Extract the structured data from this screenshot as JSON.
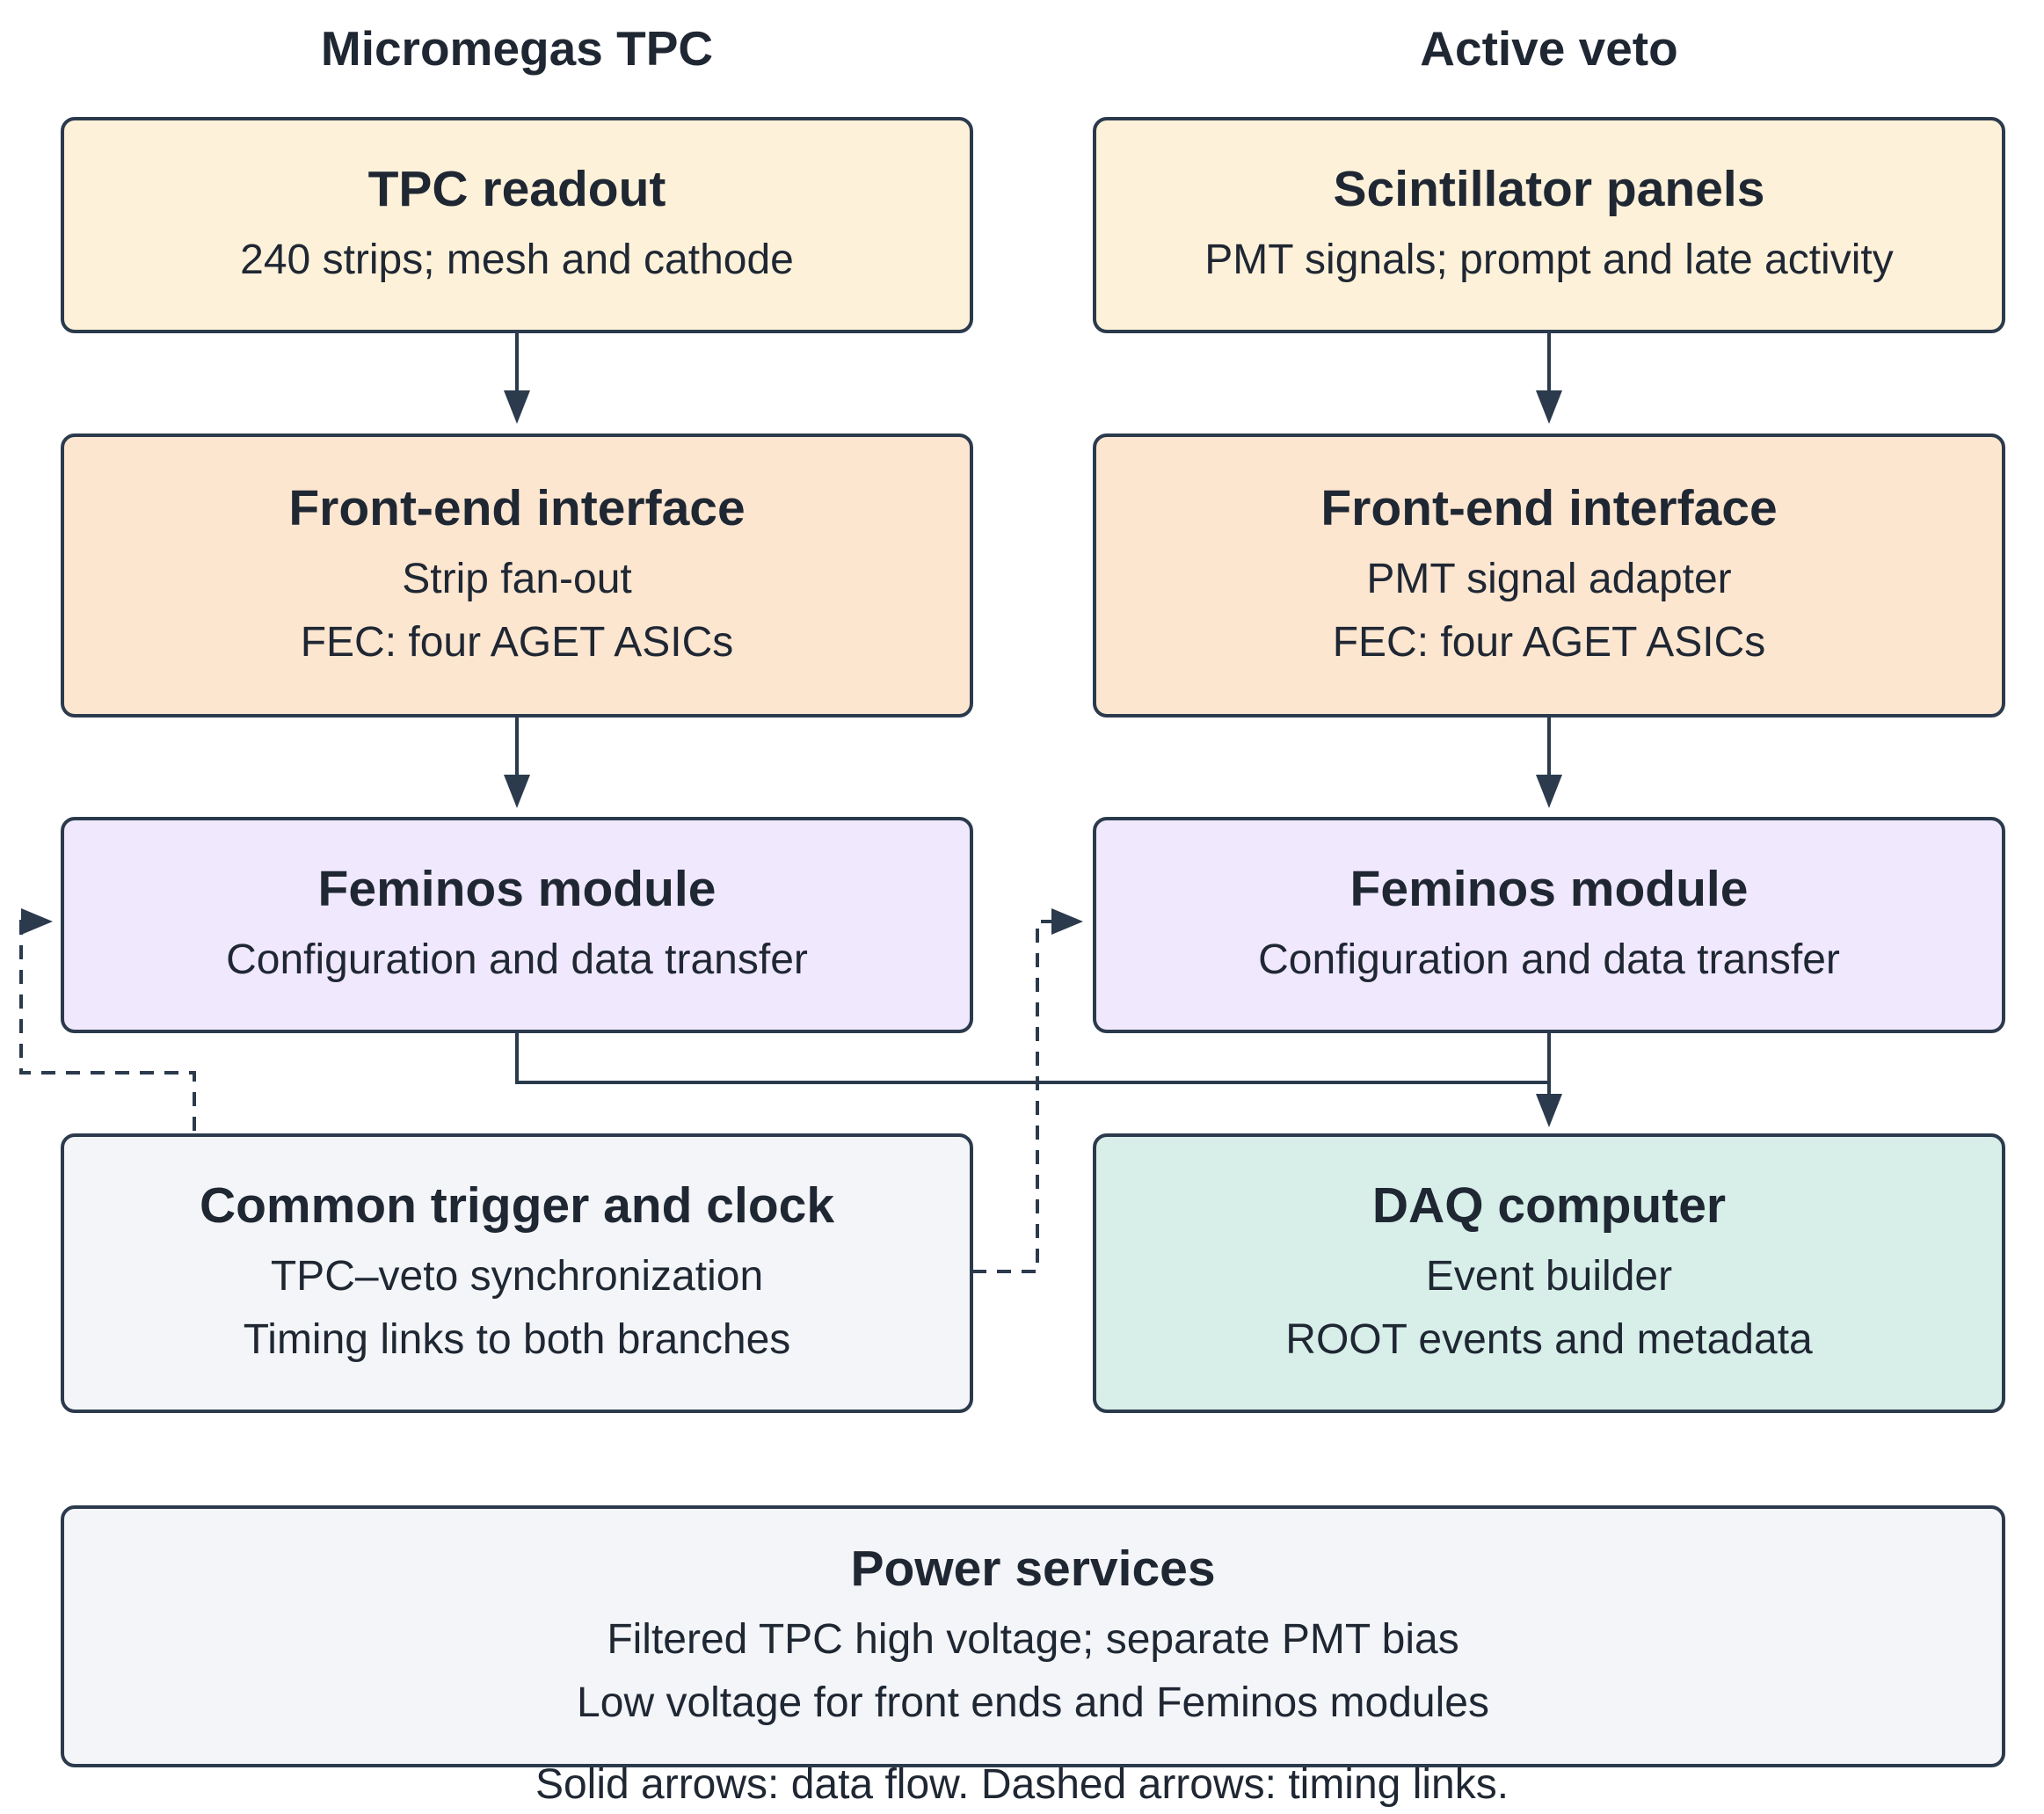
{
  "columns": {
    "left_heading": "Micromegas TPC",
    "right_heading": "Active veto"
  },
  "boxes": {
    "tpc_readout": {
      "title": "TPC readout",
      "lines": [
        "240 strips; mesh and cathode"
      ]
    },
    "scintillator_panels": {
      "title": "Scintillator panels",
      "lines": [
        "PMT signals; prompt and late activity"
      ]
    },
    "frontend_tpc": {
      "title": "Front-end interface",
      "lines": [
        "Strip fan-out",
        "FEC: four AGET ASICs"
      ]
    },
    "frontend_veto": {
      "title": "Front-end interface",
      "lines": [
        "PMT signal adapter",
        "FEC: four AGET ASICs"
      ]
    },
    "feminos_tpc": {
      "title": "Feminos module",
      "lines": [
        "Configuration and data transfer"
      ]
    },
    "feminos_veto": {
      "title": "Feminos module",
      "lines": [
        "Configuration and data transfer"
      ]
    },
    "trigger_clock": {
      "title": "Common trigger and clock",
      "lines": [
        "TPC–veto synchronization",
        "Timing links to both branches"
      ]
    },
    "daq_computer": {
      "title": "DAQ computer",
      "lines": [
        "Event builder",
        "ROOT events and metadata"
      ]
    },
    "power_services": {
      "title": "Power services",
      "lines": [
        "Filtered TPC high voltage; separate PMT bias",
        "Low voltage for front ends and Feminos modules"
      ]
    }
  },
  "caption": "Solid arrows: data flow. Dashed arrows: timing links.",
  "colors": {
    "stroke": "#2b3a4c",
    "text": "#1f2733",
    "readout_fill": "#fef1d9",
    "frontend_fill": "#fde6d0",
    "feminos_fill": "#f0e8fd",
    "neutral_fill": "#f3f5f8",
    "daq_fill": "#d7efe8"
  }
}
